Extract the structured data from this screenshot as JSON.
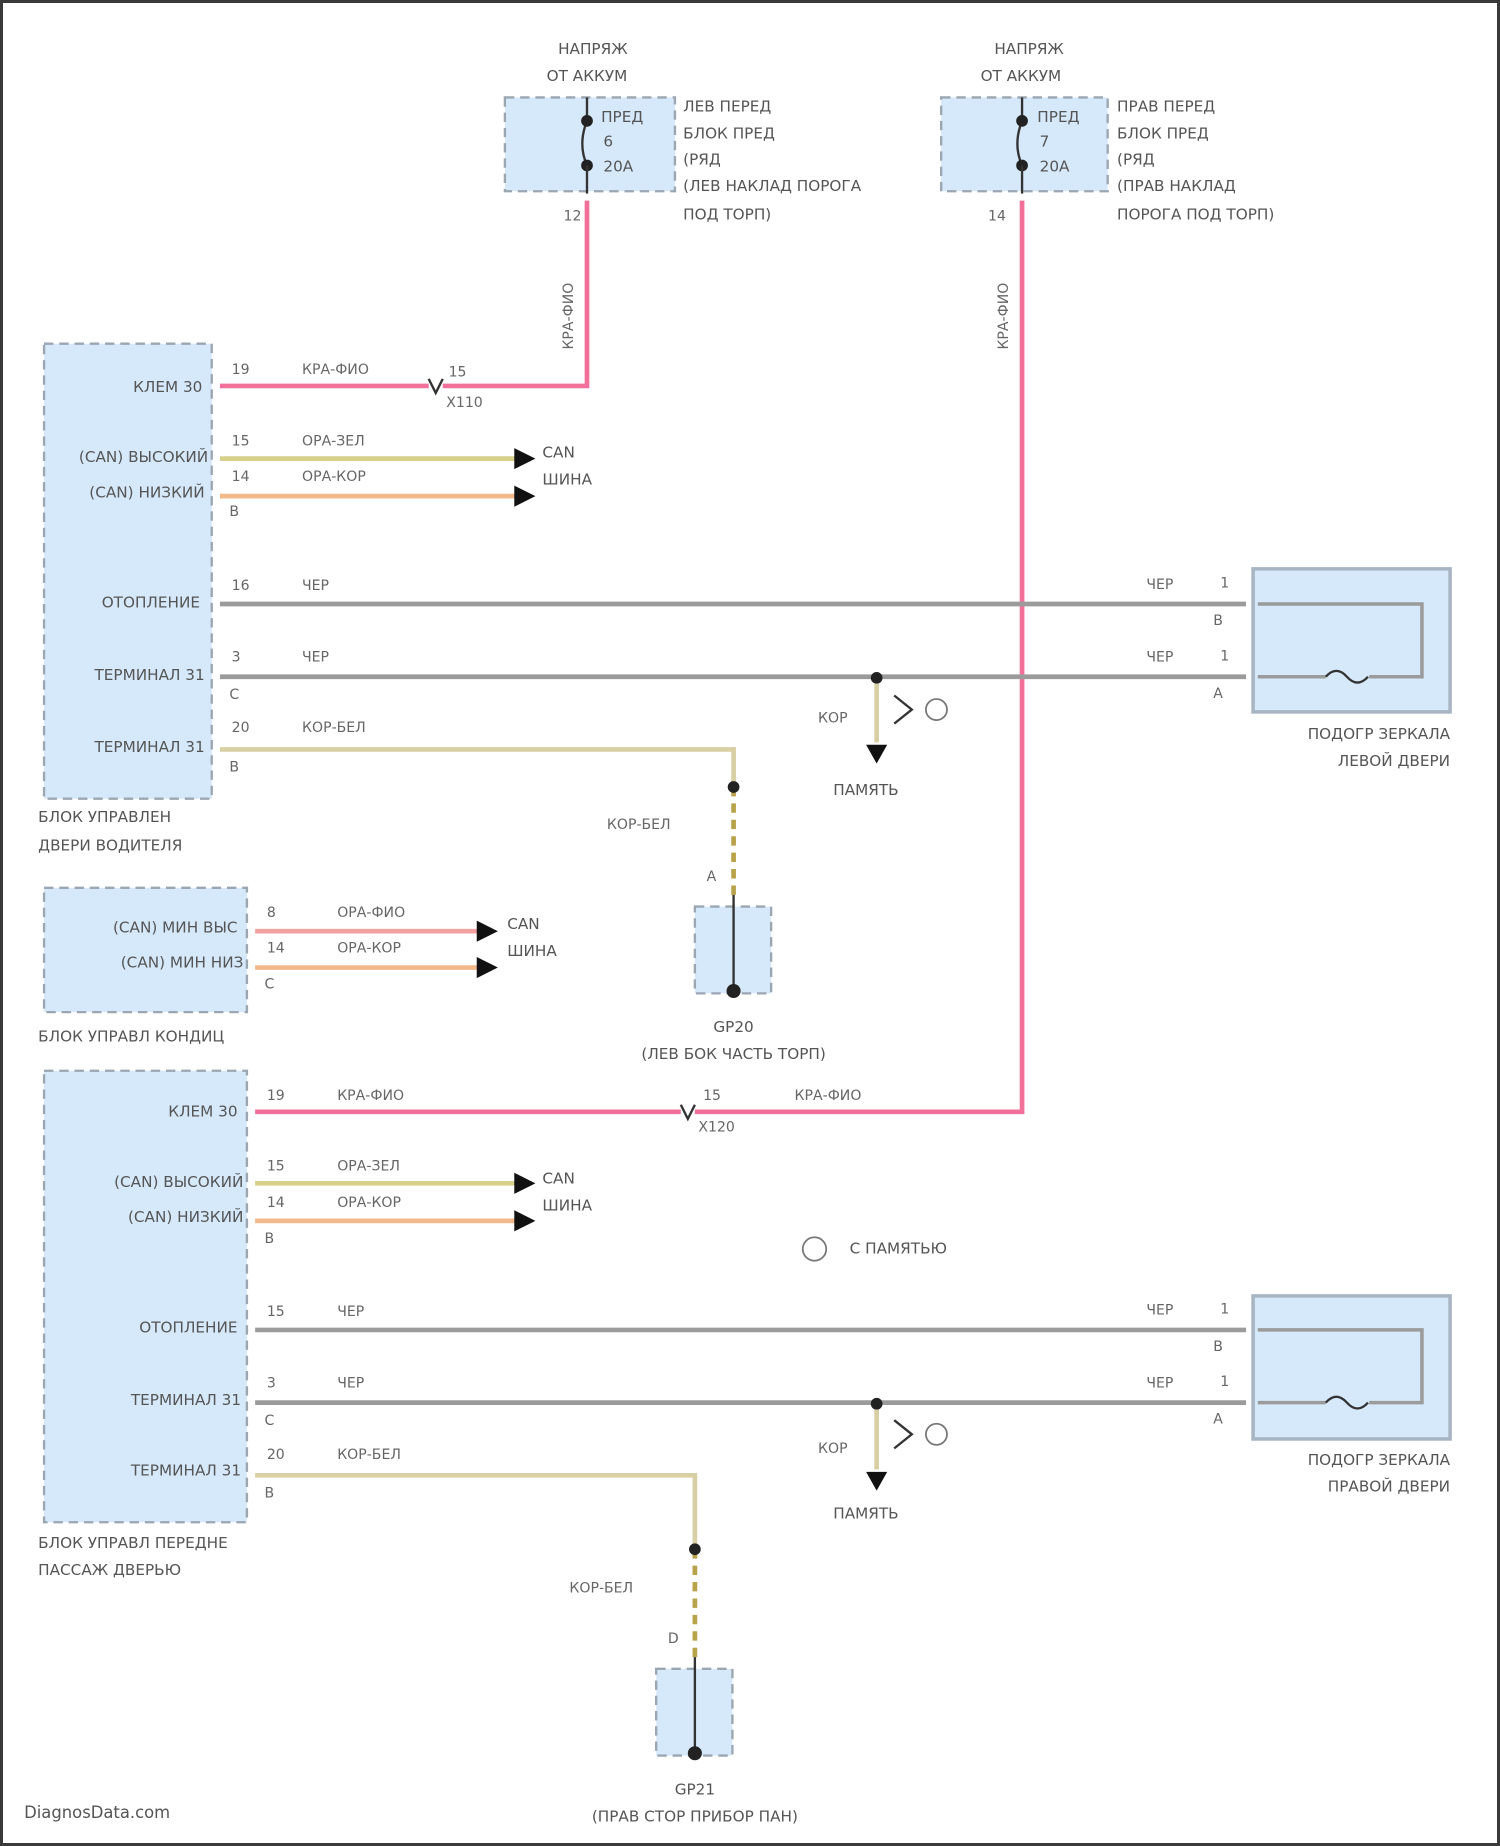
{
  "diagram": {
    "watermark": "DiagnosData.com",
    "legend": {
      "icon": "memory-note-icon",
      "text": "С ПАМЯТЬЮ"
    },
    "fuses": [
      {
        "title": [
          "НАПРЯЖ",
          "ОТ АККУМ"
        ],
        "label": [
          "ПРЕД",
          "6",
          "20A"
        ],
        "location": [
          "ЛЕВ ПЕРЕД",
          "БЛОК ПРЕД",
          "(РЯД",
          "(ЛЕВ НАКЛАД ПОРОГА",
          "ПОД ТОРП)"
        ],
        "pin": "12",
        "wire": "КРА-ФИО"
      },
      {
        "title": [
          "НАПРЯЖ",
          "ОТ АККУМ"
        ],
        "label": [
          "ПРЕД",
          "7",
          "20A"
        ],
        "location": [
          "ПРАВ ПЕРЕД",
          "БЛОК ПРЕД",
          "(РЯД",
          "(ПРАВ НАКЛАД",
          "ПОРОГА ПОД ТОРП)"
        ],
        "pin": "14",
        "wire": "КРА-ФИО"
      }
    ],
    "driver_door_module": {
      "name": [
        "БЛОК УПРАВЛЕН",
        "ДВЕРИ ВОДИТЕЛЯ"
      ],
      "pins": [
        {
          "label": "КЛЕМ 30",
          "pin": "19",
          "wire": "КРА-ФИО",
          "connector_pin": "15",
          "connector": "X110"
        },
        {
          "label": "(CAN) ВЫСОКИЙ",
          "pin": "15",
          "wire": "ОРА-ЗЕЛ"
        },
        {
          "label": "(CAN) НИЗКИЙ",
          "pin": "14",
          "wire": "ОРА-КОР",
          "sub": "B"
        },
        {
          "label": "ОТОПЛЕНИЕ",
          "pin": "16",
          "wire": "ЧЕР"
        },
        {
          "label": "ТЕРМИНАЛ 31",
          "pin": "3",
          "wire": "ЧЕР",
          "sub": "C"
        },
        {
          "label": "ТЕРМИНАЛ 31",
          "pin": "20",
          "wire": "КОР-БЕЛ",
          "sub": "B"
        }
      ],
      "can_bus": [
        "CAN",
        "ШИНА"
      ]
    },
    "climate_module": {
      "name": [
        "БЛОК УПРАВЛ КОНДИЦ"
      ],
      "pins": [
        {
          "label": "(CAN) МИН ВЫС",
          "pin": "8",
          "wire": "ОРА-ФИО"
        },
        {
          "label": "(CAN) МИН НИЗ",
          "pin": "14",
          "wire": "ОРА-КОР",
          "sub": "C"
        }
      ],
      "can_bus": [
        "CAN",
        "ШИНА"
      ]
    },
    "passenger_door_module": {
      "name": [
        "БЛОК УПРАВЛ ПЕРЕДНЕ",
        "ПАССАЖ ДВЕРЬЮ"
      ],
      "pins": [
        {
          "label": "КЛЕМ 30",
          "pin": "19",
          "wire": "КРА-ФИО",
          "connector_pin": "15",
          "connector": "X120",
          "wire2": "КРА-ФИО"
        },
        {
          "label": "(CAN) ВЫСОКИЙ",
          "pin": "15",
          "wire": "ОРА-ЗЕЛ"
        },
        {
          "label": "(CAN) НИЗКИЙ",
          "pin": "14",
          "wire": "ОРА-КОР",
          "sub": "B"
        },
        {
          "label": "ОТОПЛЕНИЕ",
          "pin": "15",
          "wire": "ЧЕР"
        },
        {
          "label": "ТЕРМИНАЛ 31",
          "pin": "3",
          "wire": "ЧЕР",
          "sub": "C"
        },
        {
          "label": "ТЕРМИНАЛ 31",
          "pin": "20",
          "wire": "КОР-БЕЛ",
          "sub": "B"
        }
      ],
      "can_bus": [
        "CAN",
        "ШИНА"
      ]
    },
    "left_mirror": {
      "name": [
        "ПОДОГР ЗЕРКАЛА",
        "ЛЕВОЙ ДВЕРИ"
      ],
      "pins": [
        {
          "wire": "ЧЕР",
          "pin": "1",
          "sub": "B"
        },
        {
          "wire": "ЧЕР",
          "pin": "1",
          "sub": "A"
        }
      ]
    },
    "right_mirror": {
      "name": [
        "ПОДОГР ЗЕРКАЛА",
        "ПРАВОЙ ДВЕРИ"
      ],
      "pins": [
        {
          "wire": "ЧЕР",
          "pin": "1",
          "sub": "B"
        },
        {
          "wire": "ЧЕР",
          "pin": "1",
          "sub": "A"
        }
      ]
    },
    "memory_splice_left": {
      "wire": "КОР",
      "label": "ПАМЯТЬ"
    },
    "memory_splice_right": {
      "wire": "КОР",
      "label": "ПАМЯТЬ"
    },
    "ground_left": {
      "id": "GP20",
      "location": "(ЛЕВ БОК ЧАСТЬ ТОРП)",
      "wire": "КОР-БЕЛ",
      "pin": "A"
    },
    "ground_right": {
      "id": "GP21",
      "location": "(ПРАВ СТОР ПРИБОР ПАН)",
      "wire": "КОР-БЕЛ",
      "pin": "D"
    },
    "colors": {
      "power_wire": "#f0709a",
      "black_wire": "#9b9b9b",
      "can_high": "#d6d08a",
      "can_low": "#f2b98a",
      "ground_wire": "#d9cfa4",
      "module_fill": "#d6e9fa"
    }
  }
}
